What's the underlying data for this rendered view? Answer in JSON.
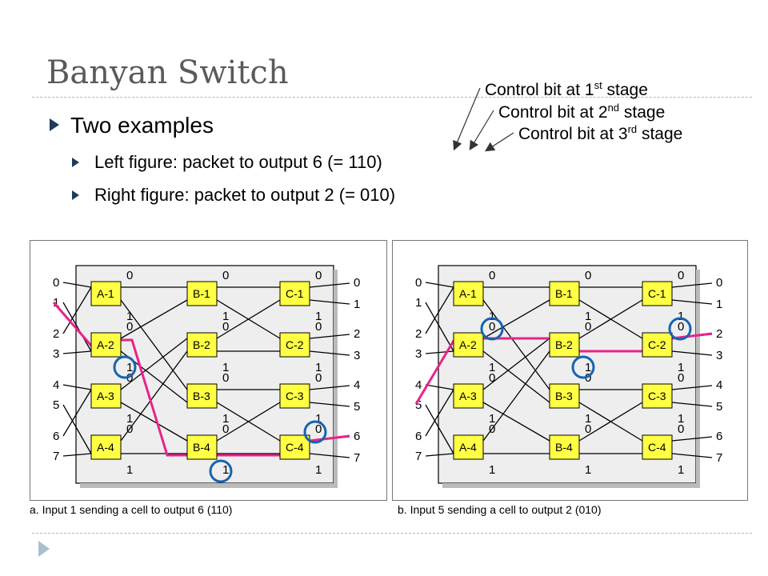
{
  "slide": {
    "title": "Banyan Switch",
    "bullet_main": "Two examples",
    "bullet_sub_left": "Left figure: packet to output 6 (= 110)",
    "bullet_sub_right": "Right figure: packet to output 2 (= 010)"
  },
  "callouts": {
    "c1": {
      "pre": "Control bit at 1",
      "sup": "st",
      "post": " stage"
    },
    "c2": {
      "pre": "Control bit at 2",
      "sup": "nd",
      "post": " stage"
    },
    "c3": {
      "pre": "Control bit at 3",
      "sup": "rd",
      "post": " stage"
    }
  },
  "figures": {
    "left_caption": "a. Input 1 sending a cell to output 6 (110)",
    "right_caption": "b. Input 5 sending a cell to output 2 (010)"
  },
  "switch": {
    "box_fill": "#ffff44",
    "path_color": "#e8238a",
    "circle_color": "#1763b0",
    "column_names": [
      "A",
      "B",
      "C"
    ],
    "ports": [
      "0",
      "1",
      "2",
      "3",
      "4",
      "5",
      "6",
      "7"
    ],
    "bit_labels": [
      "0",
      "1"
    ]
  }
}
